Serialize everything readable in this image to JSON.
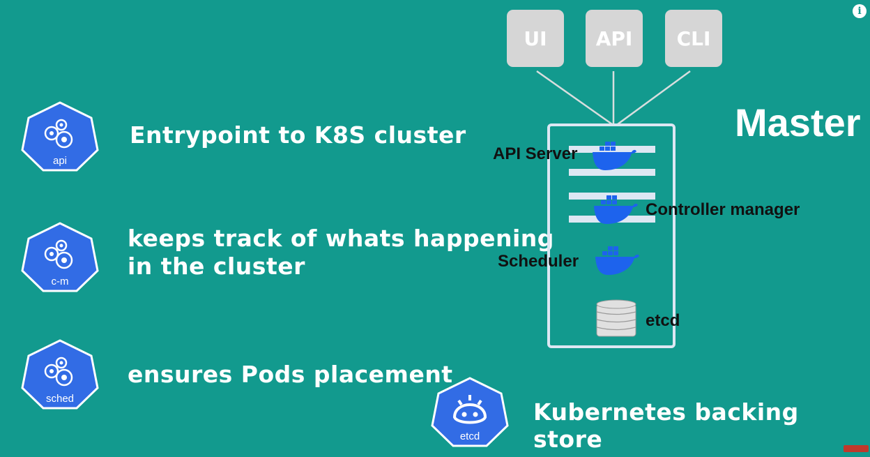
{
  "components": [
    {
      "badge": "api",
      "description_lines": [
        "Entrypoint to K8S cluster"
      ]
    },
    {
      "badge": "c-m",
      "description_lines": [
        "keeps track of whats happening",
        "in the cluster"
      ]
    },
    {
      "badge": "sched",
      "description_lines": [
        "ensures Pods placement"
      ]
    }
  ],
  "clients": [
    "UI",
    "API",
    "CLI"
  ],
  "master": {
    "title": "Master",
    "parts": [
      "API Server",
      "Controller manager",
      "Scheduler",
      "etcd"
    ]
  },
  "etcd_store": {
    "badge": "etcd",
    "description": "Kubernetes backing store"
  },
  "colors": {
    "background": "#129a8e",
    "badge_blue": "#326ce5",
    "docker_blue": "#1d63ed",
    "client_box": "#d6d6d6"
  },
  "icons": {
    "info": "info-icon",
    "youtube": "subscribe-badge"
  }
}
